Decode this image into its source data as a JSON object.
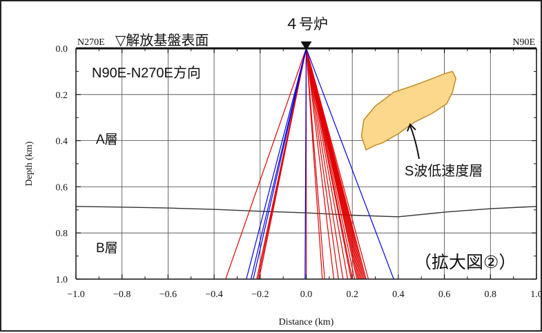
{
  "chart_data": {
    "type": "line",
    "title": "",
    "xlabel": "Distance (km)",
    "ylabel": "Depth (km)",
    "xlim": [
      -1.0,
      1.0
    ],
    "ylim": [
      0.0,
      1.0
    ],
    "y_inverted": true,
    "grid": true,
    "x_ticks": [
      "−1.0",
      "−0.8",
      "−0.6",
      "−0.4",
      "−0.2",
      "0.0",
      "0.2",
      "0.4",
      "0.6",
      "0.8",
      "1.0"
    ],
    "y_ticks": [
      "0.0",
      "0.2",
      "0.4",
      "0.6",
      "0.8",
      "1.0"
    ],
    "source_point": {
      "label": "４号炉",
      "x": 0.0,
      "y": 0.0
    },
    "series": [
      {
        "color": "#e00000",
        "rays_end_x": [
          -0.35,
          -0.215,
          -0.21,
          -0.205,
          0.0,
          0.07,
          0.08,
          0.12,
          0.14,
          0.16,
          0.18,
          0.195,
          0.2,
          0.21,
          0.22,
          0.225,
          0.23,
          0.235,
          0.24,
          0.245,
          0.25,
          0.255,
          0.26,
          0.27
        ]
      },
      {
        "color": "#0000e0",
        "rays_end_x": [
          -0.26,
          -0.24,
          -0.23,
          -0.005,
          0.38
        ]
      },
      {
        "color": "#333333",
        "name": "layer-boundary",
        "x": [
          -1.0,
          -0.8,
          -0.6,
          -0.4,
          -0.2,
          0.0,
          0.2,
          0.4,
          0.6,
          0.8,
          1.0
        ],
        "y": [
          0.685,
          0.688,
          0.692,
          0.698,
          0.706,
          0.713,
          0.723,
          0.73,
          0.71,
          0.695,
          0.685
        ]
      }
    ],
    "low_velocity_zone": {
      "label": "S波低速度層",
      "color": "#fbd88b",
      "edge_color": "#c08a28",
      "polygon": [
        [
          0.26,
          0.44
        ],
        [
          0.24,
          0.38
        ],
        [
          0.25,
          0.31
        ],
        [
          0.3,
          0.25
        ],
        [
          0.38,
          0.19
        ],
        [
          0.47,
          0.16
        ],
        [
          0.55,
          0.13
        ],
        [
          0.6,
          0.11
        ],
        [
          0.635,
          0.1
        ],
        [
          0.65,
          0.13
        ],
        [
          0.635,
          0.19
        ],
        [
          0.61,
          0.24
        ],
        [
          0.55,
          0.28
        ],
        [
          0.47,
          0.32
        ],
        [
          0.4,
          0.37
        ],
        [
          0.33,
          0.41
        ],
        [
          0.3,
          0.42
        ]
      ]
    },
    "annotations": {
      "top_left": "N270E",
      "top_right": "N90E",
      "surface_label": "▽解放基盤表面",
      "direction_label": "N90E-N270E方向",
      "layer_a_label": "A層",
      "layer_b_label": "B層",
      "zoom_label": "（拡大図②）"
    }
  }
}
